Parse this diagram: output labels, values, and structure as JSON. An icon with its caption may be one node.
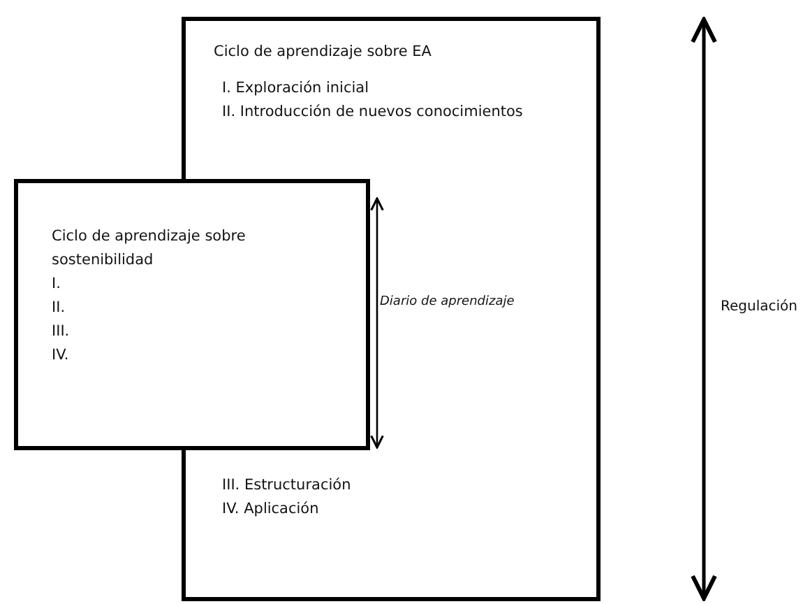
{
  "diagram": {
    "nodes": [
      {
        "text": [
          "Ciclo de aprendizaje sobre EA",
          "I. Exploración inicial",
          "II. Introducción de nuevos conocimientos",
          "III. Estructuración",
          "IV. Aplicación"
        ]
      },
      {
        "text": [
          "Ciclo de aprendizaje sobre sostenibilidad",
          "I.",
          "II.",
          "III.",
          "IV."
        ]
      }
    ],
    "edges": [],
    "labels": [
      "Diario de aprendizaje",
      "Regulación"
    ]
  }
}
